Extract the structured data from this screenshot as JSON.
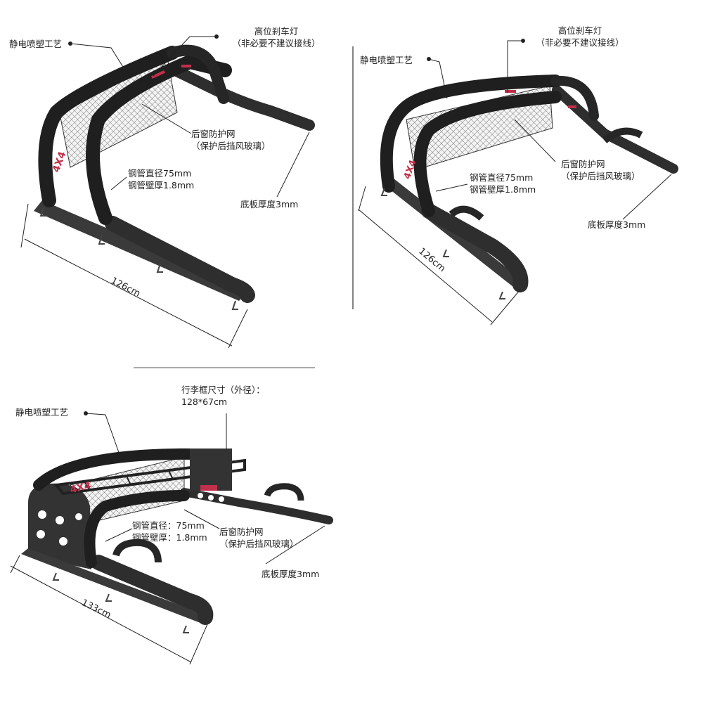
{
  "panel_a": {
    "coating": "静电喷塑工艺",
    "brake_light_line1": "高位刹车灯",
    "brake_light_line2": "（非必要不建议接线）",
    "net_line1": "后窗防护网",
    "net_line2": "（保护后挡风玻璃）",
    "tube_diameter": "钢管直径75mm",
    "tube_wall": "钢管壁厚1.8mm",
    "base_plate": "底板厚度3mm",
    "width": "126cm",
    "badge": "4X4"
  },
  "panel_b": {
    "coating": "静电喷塑工艺",
    "brake_light_line1": "高位刹车灯",
    "brake_light_line2": "（非必要不建议接线）",
    "net_line1": "后窗防护网",
    "net_line2": "（保护后挡风玻璃）",
    "tube_diameter": "钢管直径75mm",
    "tube_wall": "钢管壁厚1.8mm",
    "base_plate": "底板厚度3mm",
    "width": "126cm",
    "badge": "4X4"
  },
  "panel_c": {
    "coating": "静电喷塑工艺",
    "rack_size_line1": "行李框尺寸（外径）：",
    "rack_size_line2": "128*67cm",
    "tube_diameter": "钢管直径：75mm",
    "tube_wall": "钢管壁厚：1.8mm",
    "net_line1": "后窗防护网",
    "net_line2": "（保护后挡风玻璃）",
    "base_plate": "底板厚度3mm",
    "width": "133cm",
    "badge": "4X4"
  }
}
